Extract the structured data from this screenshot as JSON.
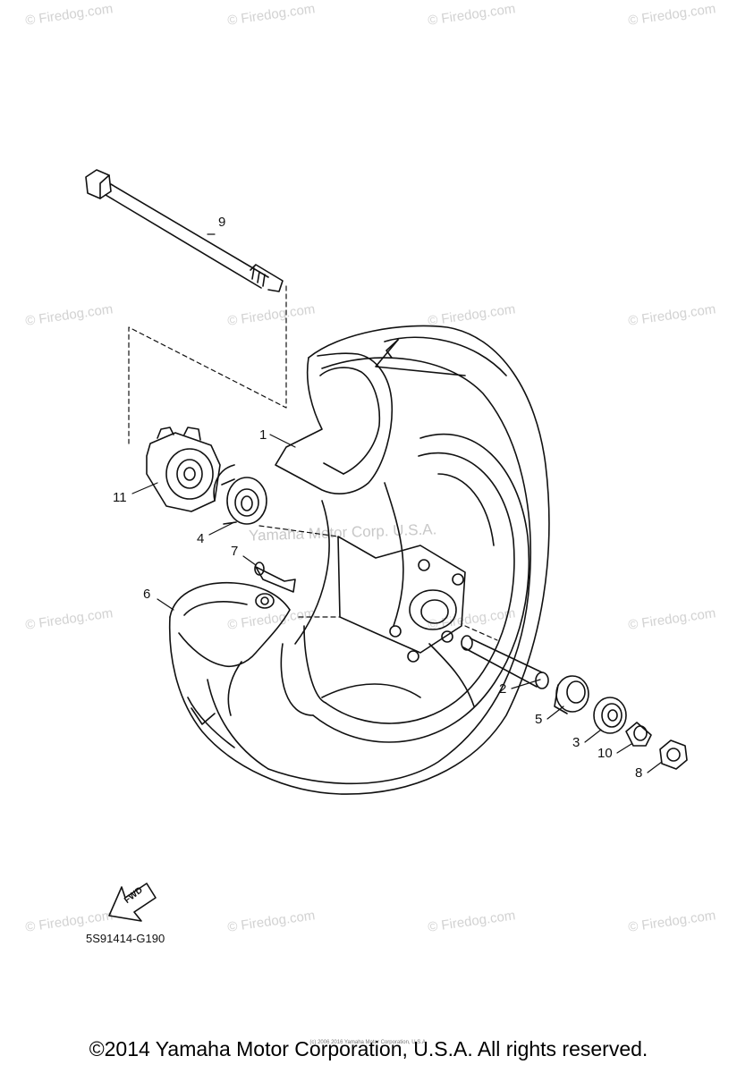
{
  "watermark": {
    "text": "© Firedog.com",
    "center_text": "Yamaha Motor Corp. U.S.A."
  },
  "callouts": {
    "1": "1",
    "2": "2",
    "3": "3",
    "4": "4",
    "5": "5",
    "6": "6",
    "7": "7",
    "8": "8",
    "9": "9",
    "10": "10",
    "11": "11"
  },
  "fwd_label": "FWD",
  "diagram_code": "5S91414-G190",
  "footer": {
    "copyright": "©2014 Yamaha Motor Corporation, U.S.A. All rights reserved.",
    "small_print": "(c) 2006 2016 Yamaha Motor Corporation, U.S.A."
  },
  "colors": {
    "line": "#111111",
    "watermark": "#d2d2d2"
  }
}
